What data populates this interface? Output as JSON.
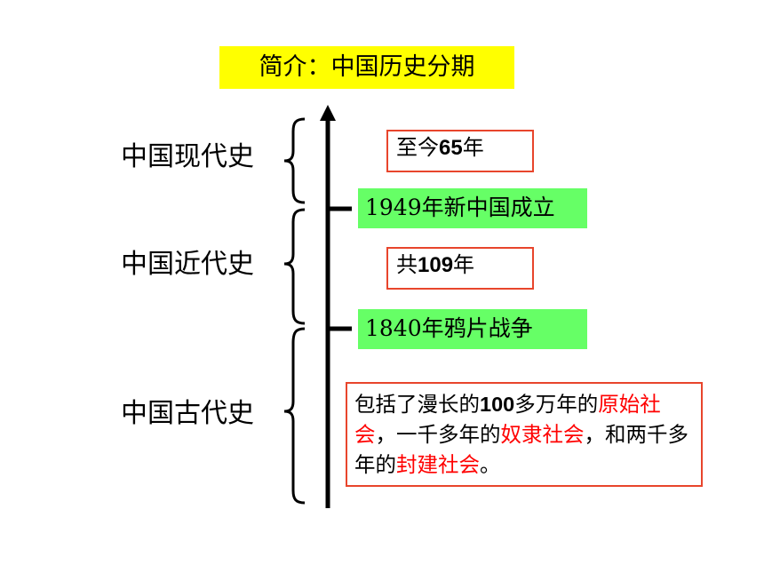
{
  "title": "简介：中国历史分期",
  "periods": {
    "modern": "中国现代史",
    "recent": "中国近代史",
    "ancient": "中国古代史"
  },
  "boxes": {
    "modern_duration_prefix": "至今",
    "modern_duration_num": "65",
    "modern_duration_suffix": "年",
    "event_1949": "1949年新中国成立",
    "recent_duration_prefix": "共",
    "recent_duration_num": "109",
    "recent_duration_suffix": "年",
    "event_1840": "1840年鸦片战争"
  },
  "description": {
    "p1": "包括了漫长的",
    "num": "100",
    "p2": "多万年的",
    "red1": "原始社会",
    "p3": "，一千多年的",
    "red2": "奴隶社会",
    "p4": "，和两千多年的",
    "red3": "封建社会",
    "p5": "。"
  },
  "colors": {
    "title_bg": "#ffff00",
    "event_bg": "#66ff66",
    "box_border": "#e8452c",
    "highlight_text": "#ff0000"
  }
}
